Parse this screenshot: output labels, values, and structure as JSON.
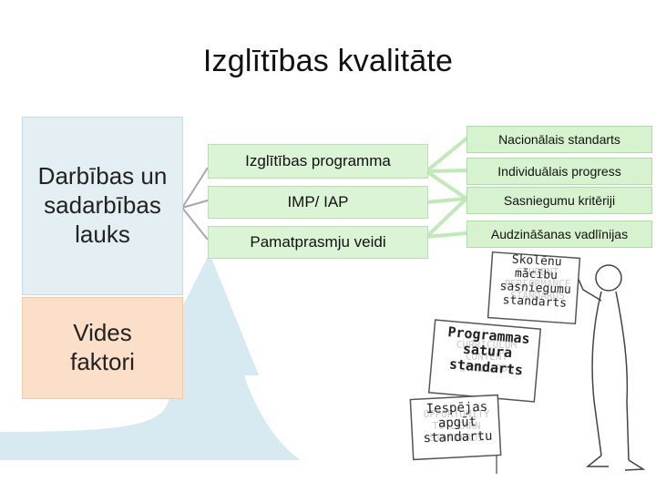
{
  "title": "Izglītības kvalitāte",
  "left_panels": {
    "top_label": "Darbības un sadarbības lauks",
    "bottom_label": "Vides faktori"
  },
  "center_boxes": [
    {
      "label": "Izglītības programma"
    },
    {
      "label": "IMP/ IAP"
    },
    {
      "label": "Pamatprasmju veidi"
    }
  ],
  "right_boxes": [
    {
      "label": "Nacionālais standarts"
    },
    {
      "label": "Individuālais progress"
    },
    {
      "label": "Sasniegumu kritēriji"
    },
    {
      "label": "Audzināšanas vadlīnijas"
    }
  ],
  "signs": {
    "top": "Skolēnu mācību sasniegumu standarts",
    "middle": "Programmas satura standarts",
    "bottom": "Iespējas apgūt standartu",
    "top_background": "STUDENT PERFORMANCE STANDARDS",
    "middle_background": "CURRICULUM CONTENT STANDARDS",
    "bottom_background": "OPPORTUNITY TO LEARN STANDARDS"
  },
  "colors": {
    "panel_top": "#e3eff3",
    "panel_bottom": "#fbdfc8",
    "green_box": "#dcf4d6",
    "connector": "#bfeab5",
    "arrow": "#d3e8f0"
  },
  "icons": [
    "curved-arrow-icon",
    "person-holding-signs-icon"
  ]
}
